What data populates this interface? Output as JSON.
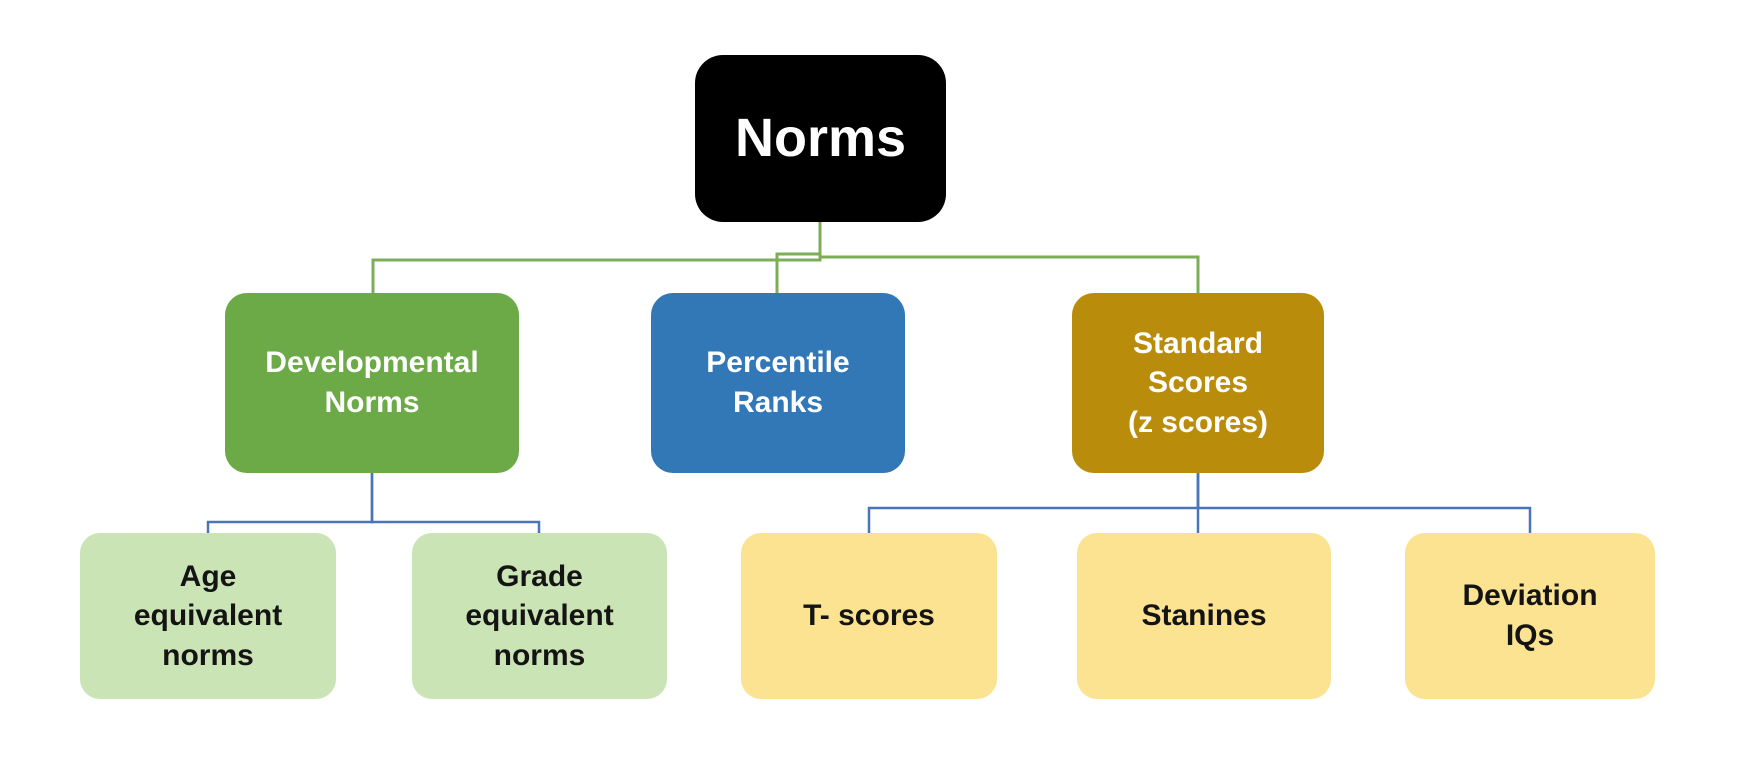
{
  "title": "Norms hierarchy diagram",
  "colors": {
    "background": "#ffffff",
    "root_fill": "#000000",
    "root_text": "#ffffff",
    "branch_green_fill": "#6CA947",
    "branch_blue_fill": "#3278B7",
    "branch_gold_fill": "#B98D0B",
    "branch_text": "#ffffff",
    "leaf_green_fill": "#CBE4B6",
    "leaf_yellow_fill": "#FBE392",
    "leaf_text": "#141414",
    "connector_green": "#7CAE58",
    "connector_blue": "#4A76B9"
  },
  "nodes": {
    "root": "Norms",
    "developmental": "Developmental\nNorms",
    "percentile": "Percentile\nRanks",
    "standard": "Standard\nScores\n(z scores)",
    "age": "Age\nequivalent\nnorms",
    "grade": "Grade\nequivalent\nnorms",
    "t_scores": "T- scores",
    "stanines": "Stanines",
    "deviation": "Deviation\nIQs"
  },
  "tree": {
    "label": "Norms",
    "children": [
      {
        "label": "Developmental Norms",
        "children": [
          {
            "label": "Age equivalent norms"
          },
          {
            "label": "Grade equivalent norms"
          }
        ]
      },
      {
        "label": "Percentile Ranks"
      },
      {
        "label": "Standard Scores (z scores)",
        "children": [
          {
            "label": "T- scores"
          },
          {
            "label": "Stanines"
          },
          {
            "label": "Deviation IQs"
          }
        ]
      }
    ]
  }
}
